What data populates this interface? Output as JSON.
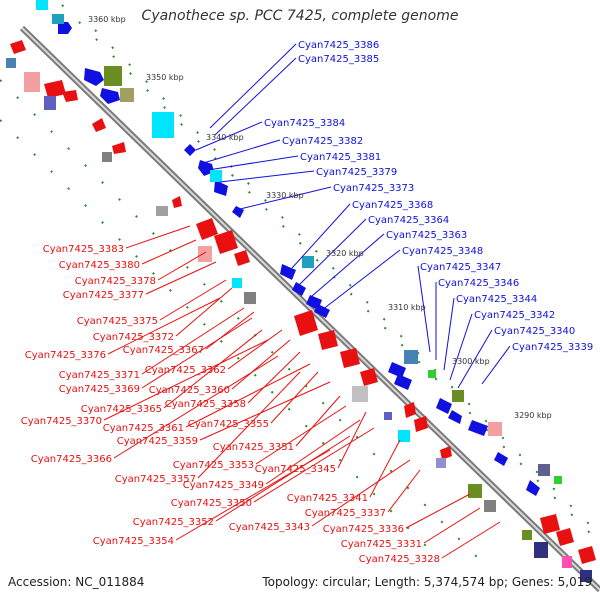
{
  "title": "Cyanothece sp. PCC 7425, complete genome",
  "footer": {
    "accession": "Accession: NC_011884",
    "summary": "Topology: circular; Length: 5,374,574 bp; Genes: 5,019"
  },
  "ticks": [
    "3360 kbp",
    "3350 kbp",
    "3340 kbp",
    "3330 kbp",
    "3320 kbp",
    "3310 kbp",
    "3300 kbp",
    "3290 kbp"
  ],
  "colors": {
    "forward": "#1010e0",
    "reverse": "#e81010",
    "backbone": "#808080"
  },
  "forward_labels": [
    "Cyan7425_3386",
    "Cyan7425_3385",
    "Cyan7425_3384",
    "Cyan7425_3382",
    "Cyan7425_3381",
    "Cyan7425_3379",
    "Cyan7425_3373",
    "Cyan7425_3368",
    "Cyan7425_3364",
    "Cyan7425_3363",
    "Cyan7425_3348",
    "Cyan7425_3347",
    "Cyan7425_3346",
    "Cyan7425_3344",
    "Cyan7425_3342",
    "Cyan7425_3340",
    "Cyan7425_3339"
  ],
  "reverse_labels": [
    "Cyan7425_3383",
    "Cyan7425_3380",
    "Cyan7425_3378",
    "Cyan7425_3377",
    "Cyan7425_3375",
    "Cyan7425_3372",
    "Cyan7425_3376",
    "Cyan7425_3367",
    "Cyan7425_3371",
    "Cyan7425_3362",
    "Cyan7425_3369",
    "Cyan7425_3360",
    "Cyan7425_3365",
    "Cyan7425_3358",
    "Cyan7425_3370",
    "Cyan7425_3361",
    "Cyan7425_3355",
    "Cyan7425_3359",
    "Cyan7425_3351",
    "Cyan7425_3366",
    "Cyan7425_3353",
    "Cyan7425_3345",
    "Cyan7425_3357",
    "Cyan7425_3349",
    "Cyan7425_3350",
    "Cyan7425_3341",
    "Cyan7425_3337",
    "Cyan7425_3352",
    "Cyan7425_3343",
    "Cyan7425_3336",
    "Cyan7425_3354",
    "Cyan7425_3331",
    "Cyan7425_3328"
  ]
}
